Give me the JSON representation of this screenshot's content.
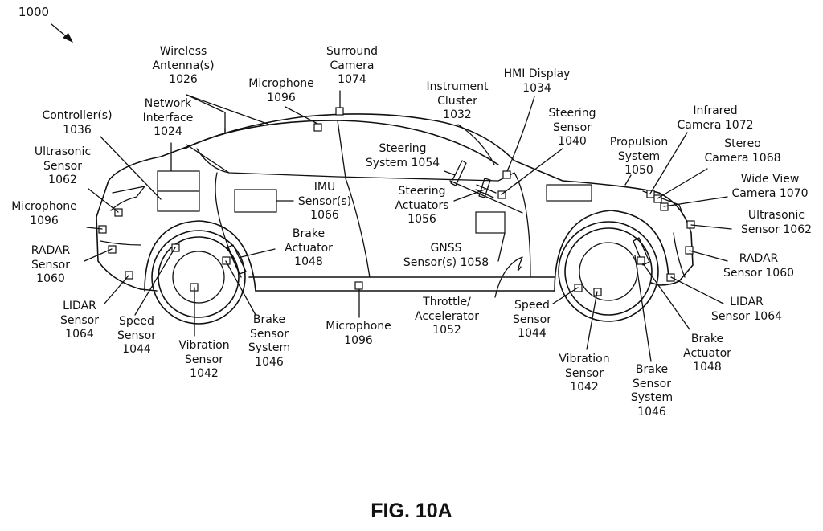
{
  "figure": {
    "reference": "1000",
    "caption": "FIG. 10A"
  },
  "labels": [
    {
      "id": "wireless-antenna",
      "lines": [
        "Wireless",
        "Antenna(s)",
        "1026"
      ]
    },
    {
      "id": "surround-camera",
      "lines": [
        "Surround",
        "Camera",
        "1074"
      ]
    },
    {
      "id": "microphone-roof",
      "lines": [
        "Microphone",
        "1096"
      ]
    },
    {
      "id": "instrument-cluster",
      "lines": [
        "Instrument",
        "Cluster",
        "1032"
      ]
    },
    {
      "id": "hmi-display",
      "lines": [
        "HMI Display",
        "1034"
      ]
    },
    {
      "id": "network-interface",
      "lines": [
        "Network",
        "Interface",
        "1024"
      ]
    },
    {
      "id": "controllers",
      "lines": [
        "Controller(s)",
        "1036"
      ]
    },
    {
      "id": "steering-sensor",
      "lines": [
        "Steering",
        "Sensor",
        "1040"
      ]
    },
    {
      "id": "infrared-camera",
      "lines": [
        "Infrared",
        "Camera 1072"
      ]
    },
    {
      "id": "propulsion-system",
      "lines": [
        "Propulsion",
        "System",
        "1050"
      ]
    },
    {
      "id": "stereo-camera",
      "lines": [
        "Stereo",
        "Camera 1068"
      ]
    },
    {
      "id": "steering-system",
      "lines": [
        "Steering",
        "System 1054"
      ]
    },
    {
      "id": "ultrasonic-sensor-front",
      "lines": [
        "Ultrasonic",
        "Sensor",
        "1062"
      ]
    },
    {
      "id": "wide-view-camera",
      "lines": [
        "Wide View",
        "Camera 1070"
      ]
    },
    {
      "id": "imu-sensor",
      "lines": [
        "IMU",
        "Sensor(s)",
        "1066"
      ]
    },
    {
      "id": "steering-actuators",
      "lines": [
        "Steering",
        "Actuators",
        "1056"
      ]
    },
    {
      "id": "microphone-rear",
      "lines": [
        "Microphone",
        "1096"
      ]
    },
    {
      "id": "ultrasonic-sensor-right",
      "lines": [
        "Ultrasonic",
        "Sensor 1062"
      ]
    },
    {
      "id": "brake-actuator-rear",
      "lines": [
        "Brake",
        "Actuator",
        "1048"
      ]
    },
    {
      "id": "gnss-sensor",
      "lines": [
        "GNSS",
        "Sensor(s) 1058"
      ]
    },
    {
      "id": "radar-sensor-rear",
      "lines": [
        "RADAR",
        "Sensor",
        "1060"
      ]
    },
    {
      "id": "radar-sensor-front",
      "lines": [
        "RADAR",
        "Sensor 1060"
      ]
    },
    {
      "id": "throttle-accelerator",
      "lines": [
        "Throttle/",
        "Accelerator",
        "1052"
      ]
    },
    {
      "id": "lidar-sensor-rear",
      "lines": [
        "LIDAR",
        "Sensor",
        "1064"
      ]
    },
    {
      "id": "lidar-sensor-front",
      "lines": [
        "LIDAR",
        "Sensor 1064"
      ]
    },
    {
      "id": "speed-sensor-rear",
      "lines": [
        "Speed",
        "Sensor",
        "1044"
      ]
    },
    {
      "id": "speed-sensor-front",
      "lines": [
        "Speed",
        "Sensor",
        "1044"
      ]
    },
    {
      "id": "brake-sensor-system-rear",
      "lines": [
        "Brake",
        "Sensor",
        "System",
        "1046"
      ]
    },
    {
      "id": "microphone-bottom",
      "lines": [
        "Microphone",
        "1096"
      ]
    },
    {
      "id": "vibration-sensor-rear",
      "lines": [
        "Vibration",
        "Sensor",
        "1042"
      ]
    },
    {
      "id": "brake-actuator-front",
      "lines": [
        "Brake",
        "Actuator",
        "1048"
      ]
    },
    {
      "id": "vibration-sensor-front",
      "lines": [
        "Vibration",
        "Sensor",
        "1042"
      ]
    },
    {
      "id": "brake-sensor-system-front",
      "lines": [
        "Brake",
        "Sensor",
        "System",
        "1046"
      ]
    }
  ]
}
